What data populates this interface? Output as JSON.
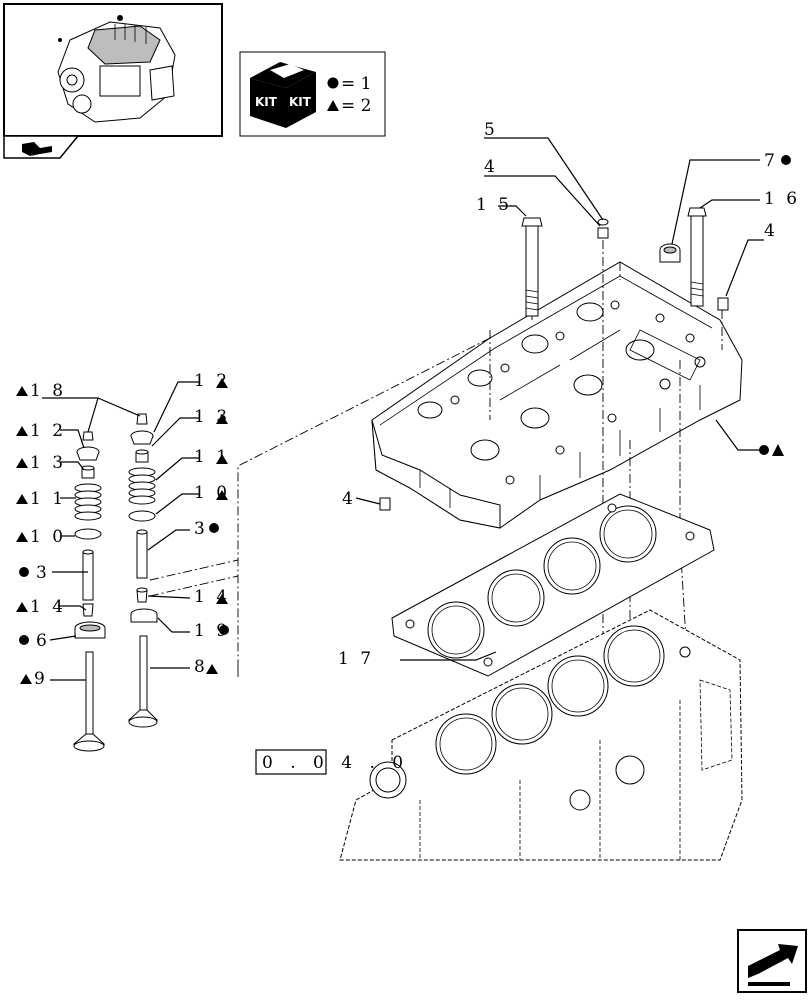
{
  "kit_legend": {
    "kit_text_1": "KIT",
    "kit_text_2": "KIT",
    "circle_equals": "= 1",
    "triangle_equals": "= 2"
  },
  "reference": {
    "code": "0 . 0 4 . 0"
  },
  "callouts": {
    "p5": "5",
    "p4_top": "4",
    "p15": "1 5",
    "p7": "7",
    "p16": "1 6",
    "p4_right": "4",
    "p4_mid": "4",
    "p17": "1 7",
    "p18": "1 8",
    "p12_left": "1 2",
    "p13_left": "1 3",
    "p11_left": "1 1",
    "p10_left": "1 0",
    "p3_left": "3",
    "p14_left": "1 4",
    "p6": "6",
    "p9": "9",
    "p12_right": "1 2",
    "p13_right": "1 3",
    "p11_right": "1 1",
    "p10_right": "1 0",
    "p3_right": "3",
    "p14_right": "1 4",
    "p19": "1 9",
    "p8": "8"
  },
  "icons": {
    "engine_thumbnail": "engine-thumbnail-icon",
    "nav_back": "return-arrow-icon",
    "nav_next": "next-page-arrow-icon",
    "kit_box": "kit-box-icon",
    "circle_marker": "circle-marker-icon",
    "triangle_marker": "triangle-marker-icon"
  }
}
